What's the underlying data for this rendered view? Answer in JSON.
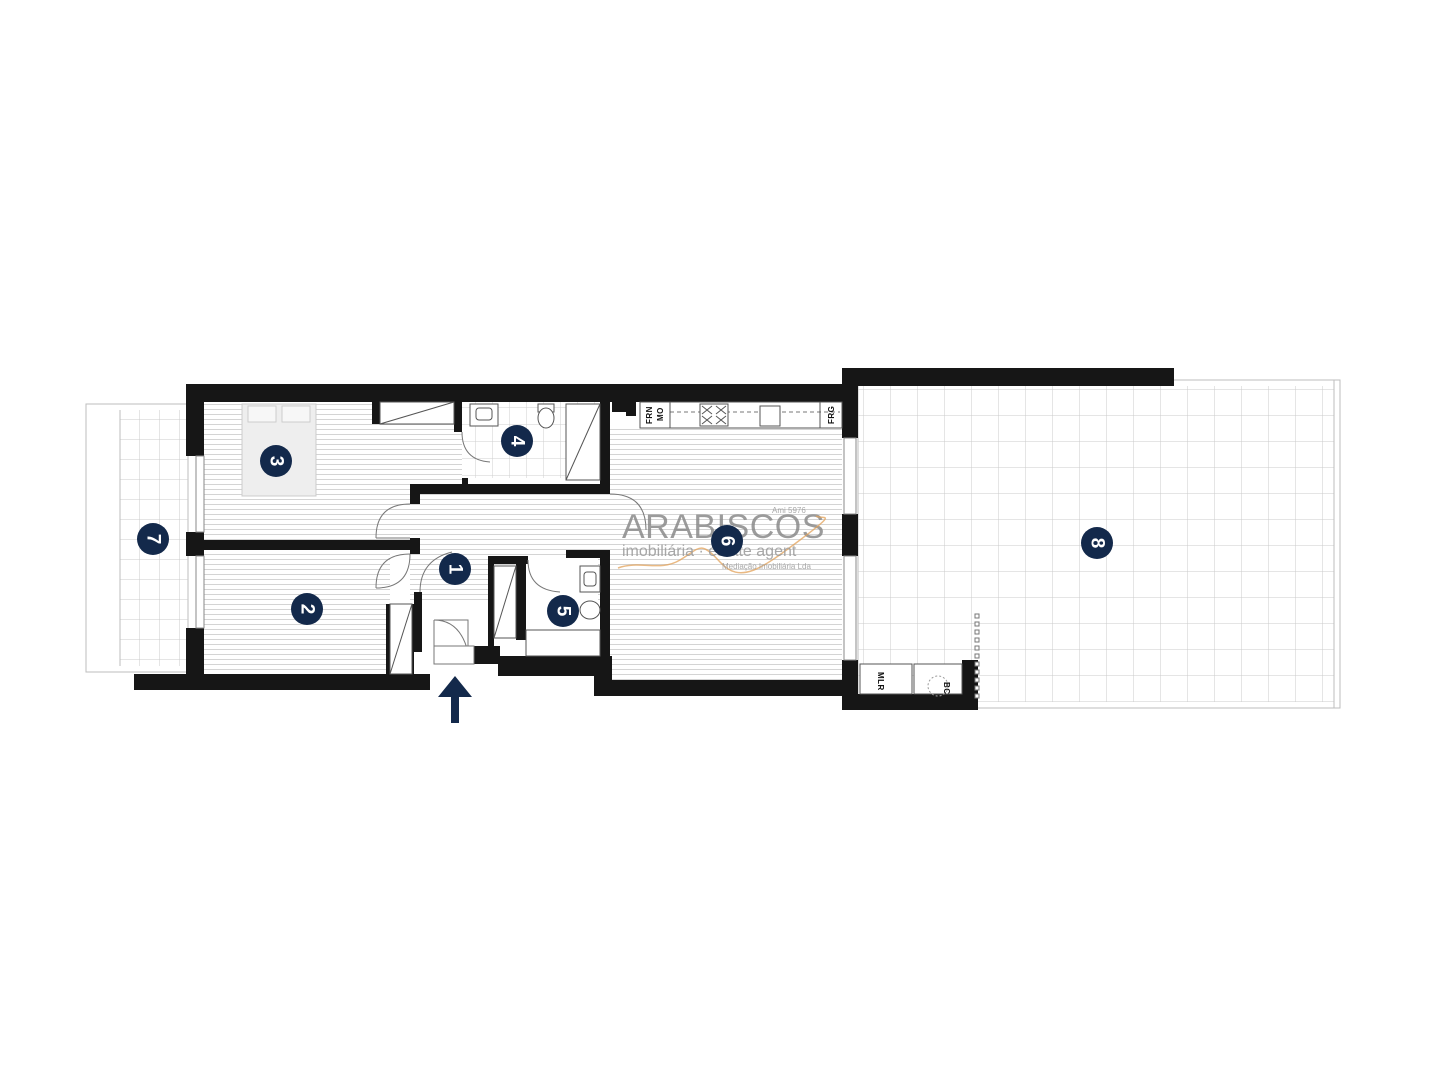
{
  "colors": {
    "wall": "#161616",
    "marker": "#13294b",
    "grid": "#c9c9c9",
    "stripe": "#d4d4d4",
    "watermark": "#8a8a8a",
    "watermark_accent": "#e2a15a"
  },
  "rooms": [
    {
      "number": "1"
    },
    {
      "number": "2"
    },
    {
      "number": "3"
    },
    {
      "number": "4"
    },
    {
      "number": "5"
    },
    {
      "number": "6"
    },
    {
      "number": "7"
    },
    {
      "number": "8"
    }
  ],
  "appliances": {
    "oven": "FRN",
    "microwave": "MO",
    "fridge": "FRG",
    "washer": "MLR",
    "boiler": "BC"
  },
  "entrance_icon": "arrow-up-icon",
  "watermark": {
    "brand": "ARABISCOS",
    "license": "Ami 5976",
    "tagline": "imobiliária · estate agent",
    "company": "Mediação Imobiliária Lda"
  }
}
